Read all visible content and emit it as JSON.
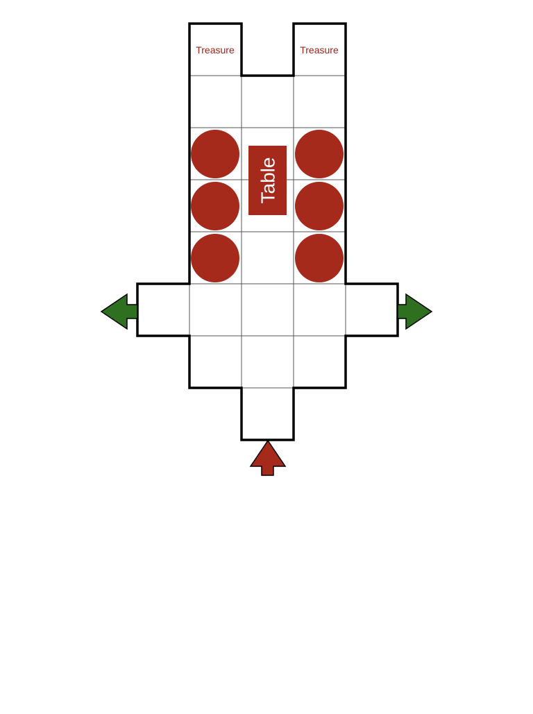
{
  "labels": {
    "treasure_left": "Treasure",
    "treasure_right": "Treasure",
    "table": "Table"
  },
  "colors": {
    "grid_line": "#555555",
    "wall": "#000000",
    "seat": "#a52a1c",
    "table": "#a52a1c",
    "treasure_text": "#9b2318",
    "exit_arrow": "#2e7020",
    "entry_arrow": "#a52a1c"
  },
  "icons": {
    "exit_left": "arrow-left-icon",
    "exit_right": "arrow-right-icon",
    "entry": "arrow-up-icon"
  }
}
